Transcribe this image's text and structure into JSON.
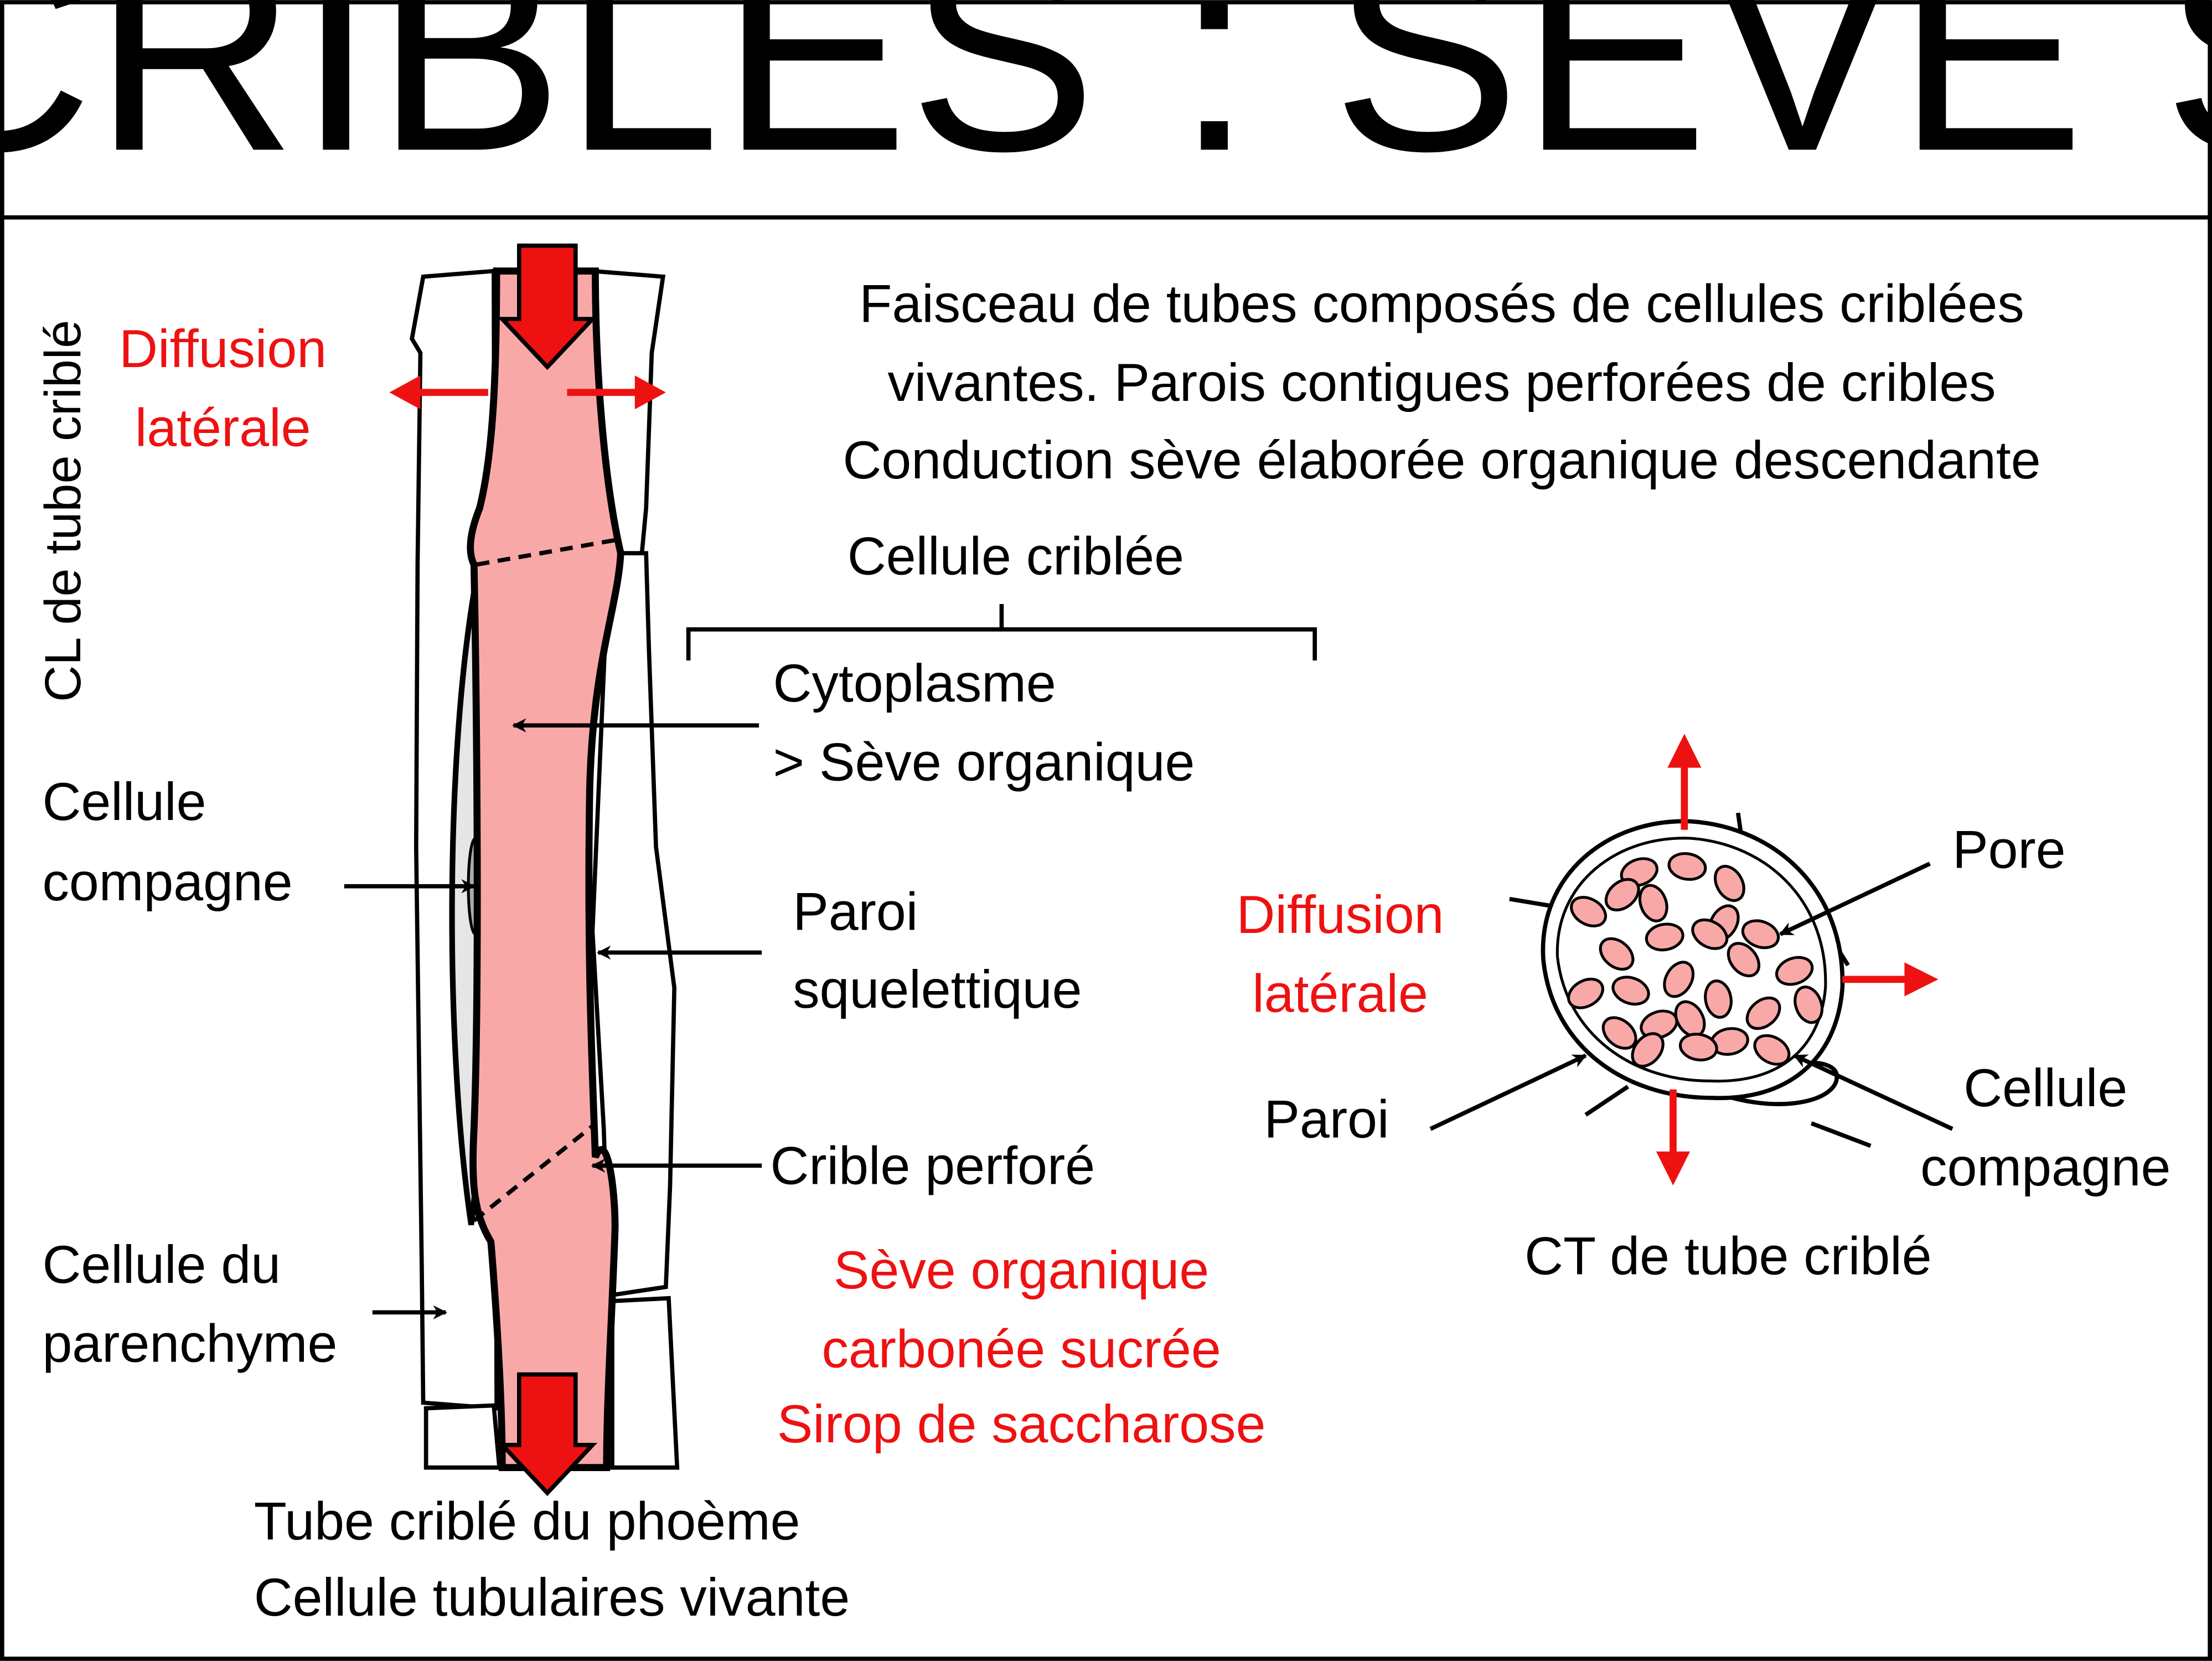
{
  "title": "TUBES CRIBLES : SEVE SUCREE",
  "colors": {
    "sap_fill": "#f9a8a8",
    "red_text": "#ee1111",
    "arrow_red": "#ee1111",
    "companion_fill": "#e6e6e6"
  },
  "longitudinal": {
    "vertical_label": "CL de tube criblé",
    "diffusion_label": [
      "Diffusion",
      "latérale"
    ],
    "companion_cell": [
      "Cellule",
      "compagne"
    ],
    "parenchyma_cell": [
      "Cellule du",
      "parenchyme"
    ],
    "bottom_caption": [
      "Tube criblé du phoème",
      "Cellule tubulaires vivante"
    ]
  },
  "description": [
    "Faisceau de tubes composés de cellules criblées",
    "vivantes. Parois contigues perforées de cribles",
    "Conduction sève élaborée organique descendante"
  ],
  "sieve_cell_label": "Cellule criblée",
  "cytoplasm_label": [
    "Cytoplasme",
    "> Sève organique"
  ],
  "wall_label": [
    "Paroi",
    "squelettique"
  ],
  "sieve_plate_label": "Crible perforé",
  "sap_description": [
    "Sève organique",
    "carbonée sucrée",
    "Sirop de saccharose"
  ],
  "cross_section": {
    "caption": "CT de tube criblé",
    "pore_label": "Pore",
    "diffusion_label": [
      "Diffusion",
      "latérale"
    ],
    "wall_label": "Paroi",
    "companion_label": [
      "Cellule",
      "compagne"
    ]
  }
}
